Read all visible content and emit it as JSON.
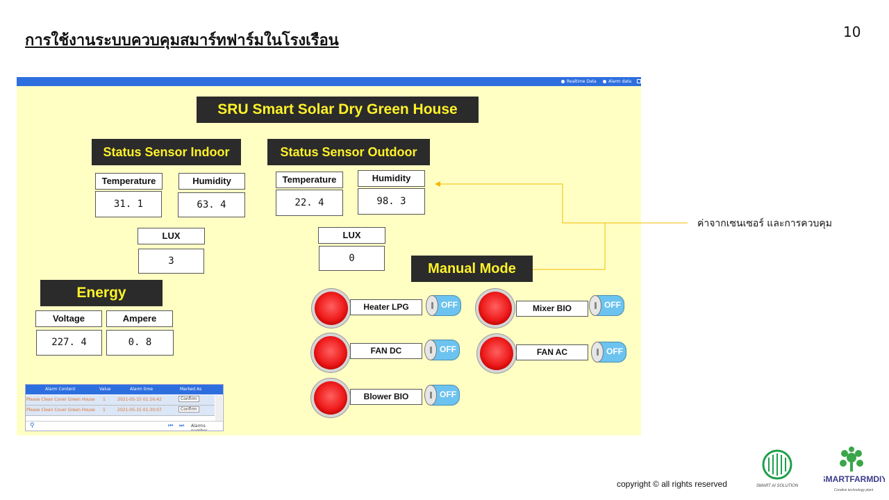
{
  "slide": {
    "title": "การใช้งานระบบควบคุมสมาร์ทฟาร์มในโรงเรือน",
    "page_number": "10",
    "callout_text": "ค่าจากเซนเซอร์ และการควบคุม",
    "copyright": "copyright © all rights reserved",
    "logos": [
      "SMART AI SOLUTION",
      "SMARTFARMDIY"
    ],
    "logo_tagline": "Creative technology plant"
  },
  "topbar": {
    "items": [
      "Realtime Data",
      "Alarm data"
    ]
  },
  "dashboard": {
    "title": "SRU Smart Solar Dry Green House",
    "indoor": {
      "header": "Status Sensor Indoor",
      "temp_label": "Temperature",
      "temp_value": "31. 1",
      "hum_label": "Humidity",
      "hum_value": "63. 4",
      "lux_label": "LUX",
      "lux_value": "3"
    },
    "outdoor": {
      "header": "Status Sensor Outdoor",
      "temp_label": "Temperature",
      "temp_value": "22. 4",
      "hum_label": "Humidity",
      "hum_value": "98. 3",
      "lux_label": "LUX",
      "lux_value": "0"
    },
    "energy": {
      "header": "Energy",
      "voltage_label": "Voltage",
      "voltage_value": "227. 4",
      "ampere_label": "Ampere",
      "ampere_value": "0. 8"
    },
    "manual": {
      "header": "Manual Mode",
      "devices": [
        {
          "label": "Heater LPG",
          "state": "OFF"
        },
        {
          "label": "Mixer BIO",
          "state": "OFF"
        },
        {
          "label": "FAN DC",
          "state": "OFF"
        },
        {
          "label": "FAN AC",
          "state": "OFF"
        },
        {
          "label": "Blower BIO",
          "state": "OFF"
        }
      ]
    },
    "alarm": {
      "columns": [
        "Alarm Content",
        "Value",
        "Alarm time",
        "Marked As"
      ],
      "rows": [
        {
          "content": "Please Clean Cover Green House",
          "value": "1",
          "time": "2021-05-15 01:16:42",
          "marked": "Confirm"
        },
        {
          "content": "Please Clean Cover Green House",
          "value": "1",
          "time": "2021-05-15 01:30:07",
          "marked": "Confirm"
        }
      ],
      "footer_label": "Alarms number"
    }
  },
  "colors": {
    "panel_bg": "#ffffc4",
    "header_bg": "#2b2b2b",
    "header_text": "#fff22a",
    "topbar": "#2e6fdf",
    "lamp_red": "#ee1a1a",
    "toggle_blue": "#6cc3ef",
    "callout_line": "#f5b800"
  }
}
